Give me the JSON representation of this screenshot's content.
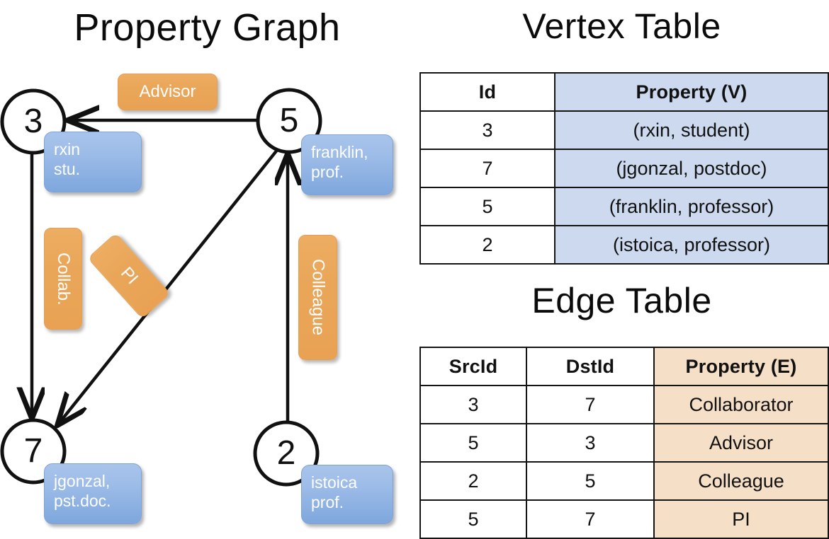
{
  "titles": {
    "property_graph": "Property Graph",
    "vertex_table": "Vertex Table",
    "edge_table": "Edge Table"
  },
  "graph": {
    "vertices": [
      {
        "id": "3",
        "name": "vertex-3",
        "property_lines": [
          "rxin",
          "stu."
        ]
      },
      {
        "id": "5",
        "name": "vertex-5",
        "property_lines": [
          "franklin,",
          "prof."
        ]
      },
      {
        "id": "7",
        "name": "vertex-7",
        "property_lines": [
          "jgonzal,",
          "pst.doc."
        ]
      },
      {
        "id": "2",
        "name": "vertex-2",
        "property_lines": [
          "istoica",
          "prof."
        ]
      }
    ],
    "edge_labels": [
      {
        "name": "edge-label-advisor",
        "text": "Advisor"
      },
      {
        "name": "edge-label-collab",
        "text": "Collab."
      },
      {
        "name": "edge-label-pi",
        "text": "PI"
      },
      {
        "name": "edge-label-colleague",
        "text": "Colleague"
      }
    ],
    "edges": [
      {
        "name": "edge-5-to-3",
        "src": "5",
        "dst": "3",
        "label": "Advisor"
      },
      {
        "name": "edge-3-to-7",
        "src": "3",
        "dst": "7",
        "label": "Collab."
      },
      {
        "name": "edge-5-to-7",
        "src": "5",
        "dst": "7",
        "label": "PI"
      },
      {
        "name": "edge-2-to-5",
        "src": "2",
        "dst": "5",
        "label": "Colleague"
      }
    ]
  },
  "vertex_table": {
    "headers": [
      "Id",
      "Property (V)"
    ],
    "rows": [
      {
        "id": "3",
        "property": "(rxin, student)"
      },
      {
        "id": "7",
        "property": "(jgonzal, postdoc)"
      },
      {
        "id": "5",
        "property": "(franklin, professor)"
      },
      {
        "id": "2",
        "property": "(istoica, professor)"
      }
    ]
  },
  "edge_table": {
    "headers": [
      "SrcId",
      "DstId",
      "Property (E)"
    ],
    "rows": [
      {
        "src": "3",
        "dst": "7",
        "property": "Collaborator"
      },
      {
        "src": "5",
        "dst": "3",
        "property": "Advisor"
      },
      {
        "src": "2",
        "dst": "5",
        "property": "Colleague"
      },
      {
        "src": "5",
        "dst": "7",
        "property": "PI"
      }
    ]
  },
  "colors": {
    "vertex_property_box": "#9dbce8",
    "edge_label_box": "#e9a659",
    "vertex_table_highlight": "#ccd9ee",
    "edge_table_highlight": "#f5dfc7",
    "stroke": "#111111",
    "background": "#ffffff"
  }
}
